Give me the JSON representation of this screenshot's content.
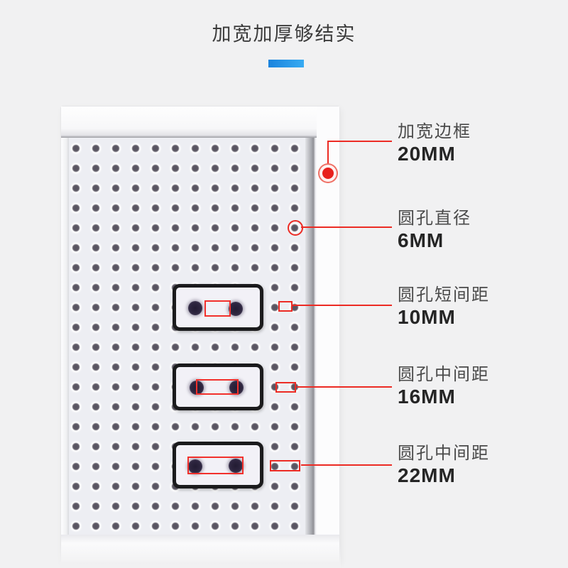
{
  "header": {
    "title": "加宽加厚够结实",
    "accent_bar_color_left": "#1a83dd",
    "accent_bar_color_right": "#38abf2"
  },
  "annotations": [
    {
      "label": "加宽边框",
      "value": "20MM",
      "marker": "red-dot-on-frame"
    },
    {
      "label": "圆孔直径",
      "value": "6MM",
      "marker": "red-circle-around-hole"
    },
    {
      "label": "圆孔短间距",
      "value": "10MM",
      "marker": "red-rect-between-hole-edges"
    },
    {
      "label": "圆孔中间距",
      "value": "16MM",
      "marker": "red-rect-hole-centers"
    },
    {
      "label": "圆孔中间距",
      "value": "22MM",
      "marker": "red-rect-hole-outer-edges"
    }
  ],
  "board": {
    "description": "white pegboard with round holes and wide frame",
    "hole_color": "#5b5762",
    "field_color": "#edeef3",
    "frame_color": "#fcfcfd",
    "callout_count": 3
  },
  "colors": {
    "background": "#f1f1f2",
    "red_accent": "#ec2b24",
    "label_text": "#4a4a4a",
    "value_text": "#252525",
    "title_text": "#3b3b3b",
    "callout_border": "#1b1b1d"
  }
}
